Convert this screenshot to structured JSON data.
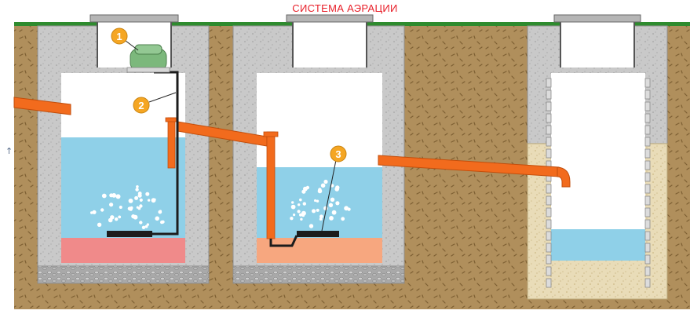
{
  "title": "СИСТЕМА АЭРАЦИИ",
  "markers": [
    {
      "id": "1",
      "label": "1"
    },
    {
      "id": "2",
      "label": "2"
    },
    {
      "id": "3",
      "label": "3"
    }
  ],
  "side_arrow": "↑",
  "colors": {
    "title": "#e8202a",
    "soil": "#b08f5c",
    "grass": "#2e8b2e",
    "concrete": "#c8c8c8",
    "water": "#8fd0e8",
    "sludge_red": "#f08a8a",
    "sludge_orange": "#f7a77f",
    "pipe_orange": "#f26b1d",
    "compressor": "#7cb87c",
    "marker": "#f5a623",
    "sand": "#e9dcb8"
  },
  "icons": [
    "compressor-icon",
    "aerator-icon",
    "air-bubbles-icon",
    "inlet-pipe-icon",
    "overflow-pipe-icon",
    "outlet-pipe-icon",
    "air-hose-icon"
  ]
}
